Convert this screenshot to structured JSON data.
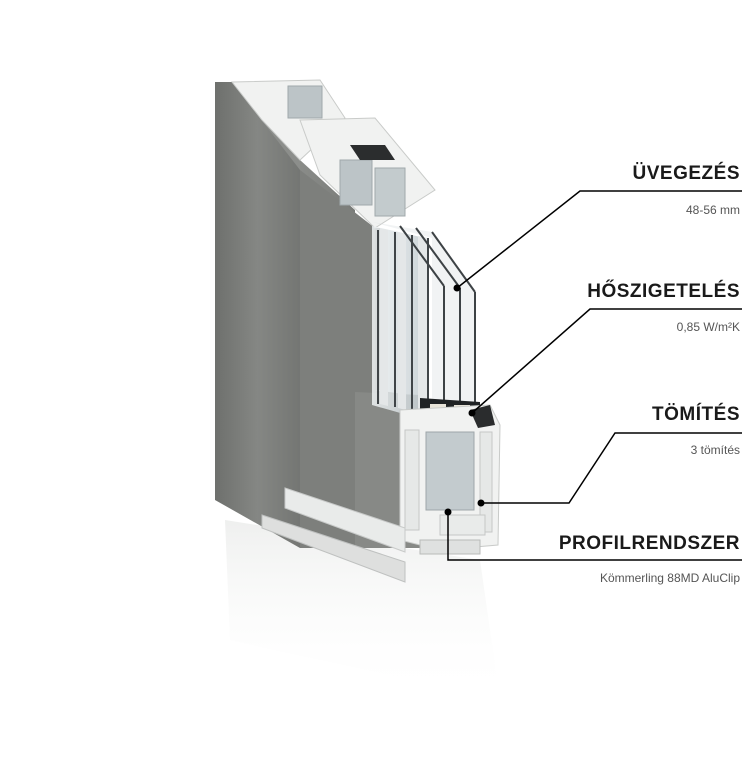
{
  "callouts": [
    {
      "title": "ÜVEGEZÉS",
      "value": "48-56 mm"
    },
    {
      "title": "HŐSZIGETELÉS",
      "value": "0,85 W/m²K"
    },
    {
      "title": "TÖMÍTÉS",
      "value": "3 tömítés"
    },
    {
      "title": "PROFILRENDSZER",
      "value": "Kömmerling 88MD AluClip"
    }
  ],
  "colors": {
    "frame": "#7b7d7a",
    "profile": "#f1f2f1",
    "glass": "#cfd8dc",
    "line": "#000000"
  }
}
